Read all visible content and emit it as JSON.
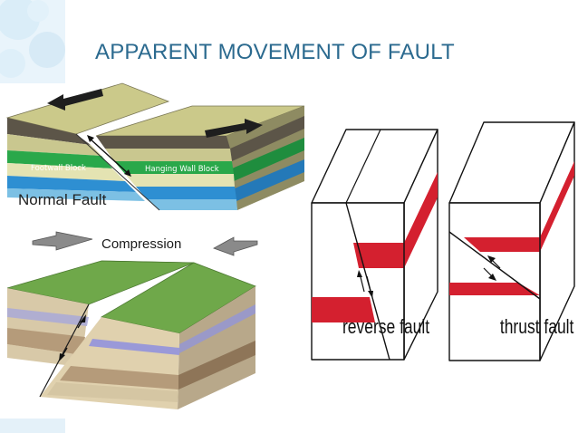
{
  "slide": {
    "title": "APPARENT MOVEMENT OF FAULT"
  },
  "normal_fault": {
    "label": "Normal Fault",
    "footwall_label": "Footwall Block",
    "hanging_wall_label": "Hanging Wall Block"
  },
  "compression": {
    "label": "Compression"
  },
  "reverse_fault": {
    "label": "reverse fault"
  },
  "thrust_fault": {
    "label": "thrust fault"
  },
  "colors": {
    "title": "#2b6a8f",
    "stratum_red": "#d4202f",
    "grass": "#6fa84a",
    "stratum_blue": "#2e8fd2",
    "stratum_green": "#2aa84a"
  }
}
